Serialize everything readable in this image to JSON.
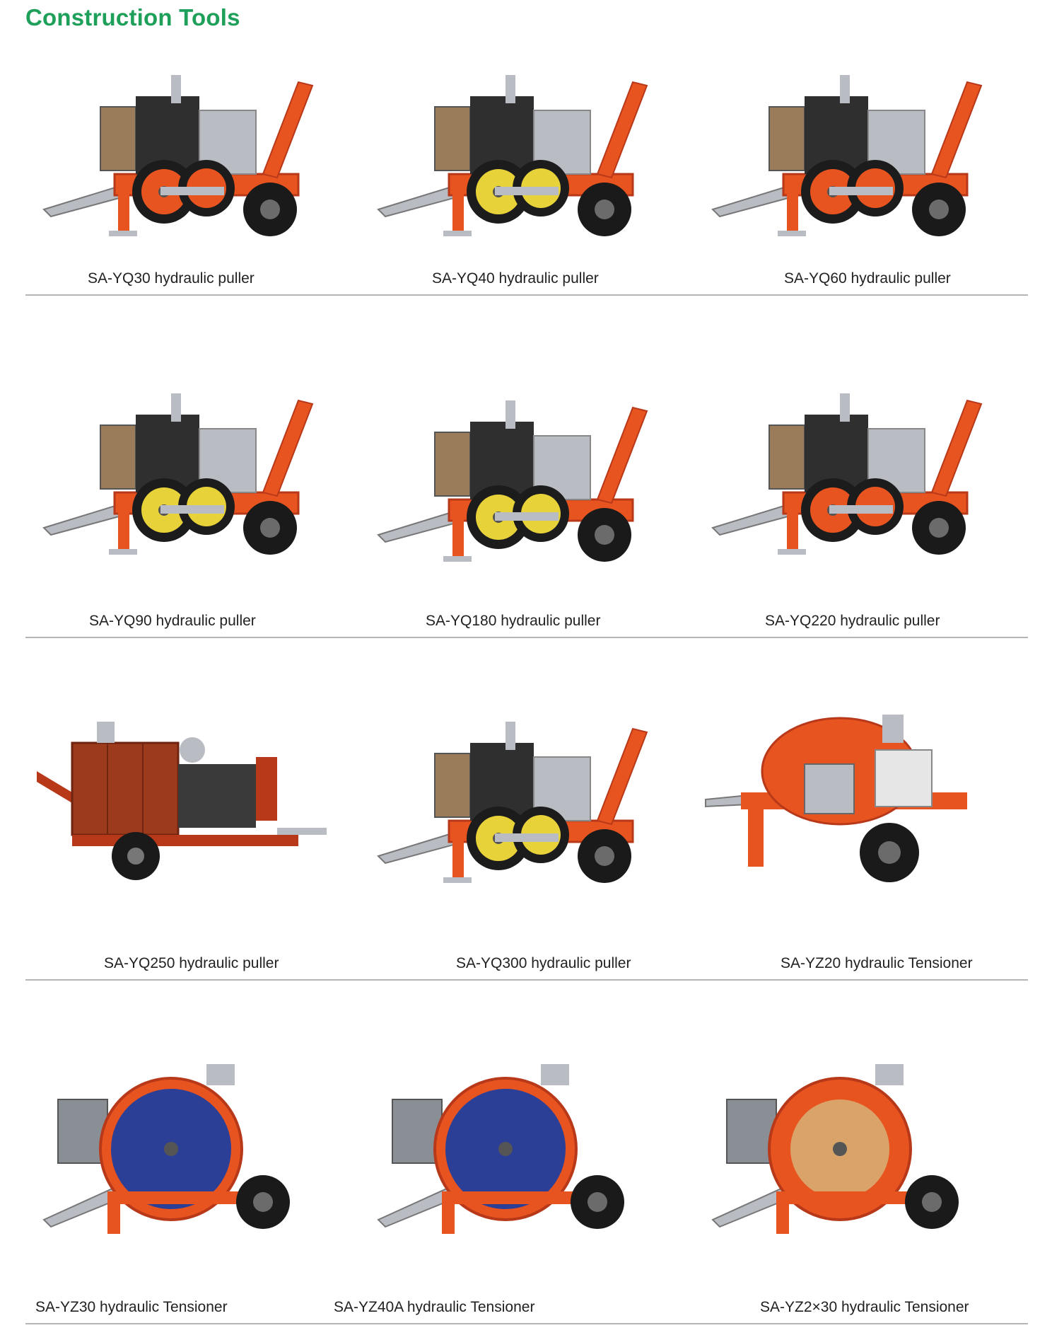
{
  "title": "Construction Tools",
  "colors": {
    "title": "#1fa05a",
    "machine_body": "#e8541f",
    "machine_dark": "#b8391a",
    "drum_yellow": "#e8d23a",
    "drum_dark": "#1c1c1c",
    "drum_blue": "#2c3f96",
    "steel": "#b9bcc2",
    "tyre": "#1a1a1a"
  },
  "rows": [
    {
      "items": [
        {
          "caption": "SA-YQ30 hydraulic puller",
          "kind": "puller",
          "drum": "red",
          "icon": "hydraulic-puller-photo"
        },
        {
          "caption": "SA-YQ40 hydraulic puller",
          "kind": "puller",
          "drum": "yellow",
          "icon": "hydraulic-puller-photo"
        },
        {
          "caption": "SA-YQ60 hydraulic puller",
          "kind": "puller",
          "drum": "red",
          "icon": "hydraulic-puller-photo"
        }
      ]
    },
    {
      "items": [
        {
          "caption": "SA-YQ90 hydraulic puller",
          "kind": "puller",
          "drum": "yellow",
          "icon": "hydraulic-puller-photo"
        },
        {
          "caption": "SA-YQ180 hydraulic puller",
          "kind": "puller",
          "drum": "yellow",
          "icon": "hydraulic-puller-photo"
        },
        {
          "caption": "SA-YQ220 hydraulic puller",
          "kind": "puller",
          "drum": "red",
          "icon": "hydraulic-puller-photo"
        }
      ]
    },
    {
      "items": [
        {
          "caption": "SA-YQ250 hydraulic puller",
          "kind": "puller-cabinet",
          "drum": "none",
          "icon": "hydraulic-puller-photo"
        },
        {
          "caption": "SA-YQ300 hydraulic puller",
          "kind": "puller",
          "drum": "yellow",
          "icon": "hydraulic-puller-photo"
        },
        {
          "caption": "SA-YZ20 hydraulic Tensioner",
          "kind": "tensioner-single",
          "drum": "red",
          "icon": "hydraulic-tensioner-photo"
        }
      ]
    },
    {
      "items": [
        {
          "caption": "SA-YZ30 hydraulic Tensioner",
          "kind": "tensioner",
          "drum": "blue",
          "icon": "hydraulic-tensioner-photo"
        },
        {
          "caption": "SA-YZ40A hydraulic Tensioner",
          "kind": "tensioner",
          "drum": "blue",
          "icon": "hydraulic-tensioner-photo"
        },
        {
          "caption": "SA-YZ2×30 hydraulic Tensioner",
          "kind": "tensioner",
          "drum": "orange",
          "icon": "hydraulic-tensioner-photo"
        }
      ]
    }
  ]
}
